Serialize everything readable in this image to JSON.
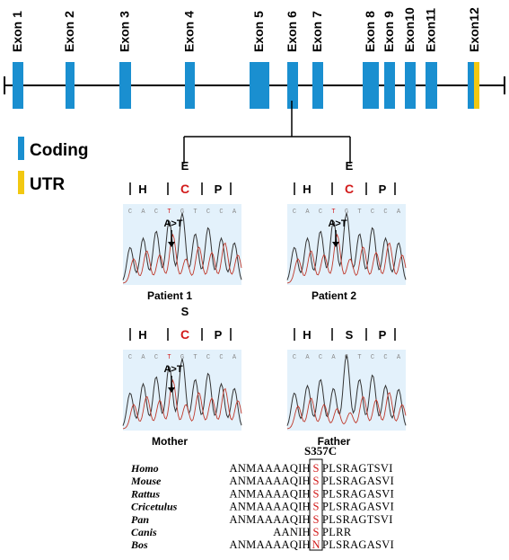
{
  "colors": {
    "coding": "#1a8fd0",
    "utr": "#f2c811",
    "mutation": "#d21a1a",
    "panel_bg": "#e3f1fb",
    "trace_blue": "#4a4a4a",
    "trace_red": "#c0392b"
  },
  "exons": [
    "Exon 1",
    "Exon 2",
    "Exon 3",
    "Exon 4",
    "Exon 5",
    "Exon 6",
    "Exon 7",
    "Exon 8",
    "Exon 9",
    "Exon10",
    "Exon11",
    "Exon12"
  ],
  "legend": {
    "coding": "Coding",
    "utr": "UTR"
  },
  "panels": [
    {
      "aa": [
        "H",
        "E",
        "P"
      ],
      "mut_index": 1,
      "seq": "C A C T G T C C A",
      "ann": "A>T",
      "label": "Patient  1"
    },
    {
      "aa": [
        "H",
        "E",
        "P"
      ],
      "mut_index": 1,
      "seq": "C A C T G T C C A",
      "ann": "A>T",
      "label": "Patient 2"
    },
    {
      "aa": [
        "H",
        "S",
        "C",
        "P"
      ],
      "mut_index": 2,
      "seq": "C A C T G T C C A",
      "ann": "A>T",
      "label": "Mother"
    },
    {
      "aa": [
        "H",
        "S",
        "P"
      ],
      "mut_index": -1,
      "seq": "C A C A G T C C A",
      "ann": "",
      "label": "Father"
    }
  ],
  "alignment": {
    "title": "S357C",
    "rows": [
      {
        "species": "Homo",
        "prefix": "ANMAAAAQIH",
        "res": "S",
        "suffix": "PLSRAGTSVI"
      },
      {
        "species": "Mouse",
        "prefix": "ANMAAAAQIH",
        "res": "S",
        "suffix": "PLSRAGASVI"
      },
      {
        "species": "Rattus",
        "prefix": "ANMAAAAQIH",
        "res": "S",
        "suffix": "PLSRAGASVI"
      },
      {
        "species": "Cricetulus",
        "prefix": "ANMAAAAQIH",
        "res": "S",
        "suffix": "PLSRAGASVI"
      },
      {
        "species": "Pan",
        "prefix": "ANMAAAAQIH",
        "res": "S",
        "suffix": "PLSRAGTSVI"
      },
      {
        "species": "Canis",
        "prefix": "AANIH",
        "res": "S",
        "suffix": "PLRR"
      },
      {
        "species": "Bos",
        "prefix": "ANMAAAAQIH",
        "res": "N",
        "suffix": "PLSRAGASVI"
      }
    ]
  }
}
